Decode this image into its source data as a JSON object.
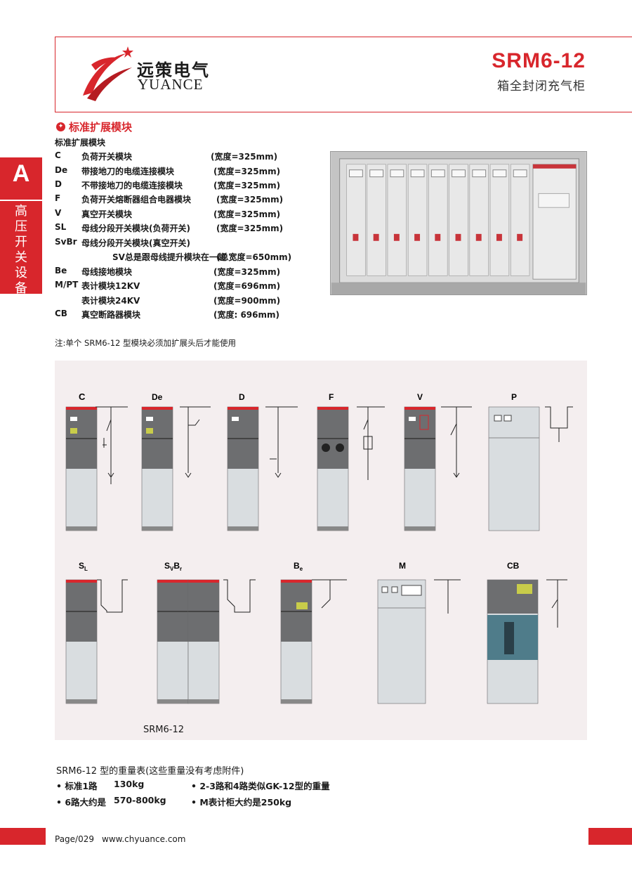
{
  "header": {
    "brand_cn": "远策电气",
    "brand_en": "YUANCE",
    "model": "SRM6-12",
    "subtitle": "箱全封闭充气柜"
  },
  "side_tab": {
    "letter": "A",
    "text": [
      "高",
      "压",
      "开",
      "关",
      "设",
      "备"
    ]
  },
  "section": {
    "heading": "标准扩展模块",
    "list_title": "标准扩展模块",
    "modules": [
      {
        "code": "C",
        "desc": "负荷开关模块",
        "width": "(宽度=325mm)"
      },
      {
        "code": "De",
        "desc": "带接地刀的电缆连接模块",
        "width": "(宽度=325mm)"
      },
      {
        "code": "D",
        "desc": "不带接地刀的电缆连接模块",
        "width": "(宽度=325mm)"
      },
      {
        "code": "F",
        "desc": "负荷开关熔断器组合电器模块",
        "width": "(宽度=325mm)"
      },
      {
        "code": "V",
        "desc": "真空开关模块",
        "width": "(宽度=325mm)"
      },
      {
        "code": "SL",
        "desc": "母线分段开关模块(负荷开关)",
        "width": "(宽度=325mm)"
      },
      {
        "code": "SvBr",
        "desc": "母线分段开关模块(真空开关)",
        "width": ""
      },
      {
        "code": "",
        "desc": "SV总是跟母线提升模块在一起",
        "width": "(总宽度=650mm)"
      },
      {
        "code": "Be",
        "desc": "母线接地模块",
        "width": "(宽度=325mm)"
      },
      {
        "code": "M/PT",
        "desc": "表计模块12KV",
        "width": "(宽度=696mm)"
      },
      {
        "code": "",
        "desc": "表计模块24KV",
        "width": "(宽度=900mm)"
      },
      {
        "code": "CB",
        "desc": "真空断路器模块",
        "width": "(宽度: 696mm)"
      }
    ],
    "footnote": "注:单个 SRM6-12 型模块必须加扩展头后才能使用"
  },
  "diagram": {
    "labels_row1": [
      "C",
      "De",
      "D",
      "F",
      "V",
      "P"
    ],
    "labels_row2": [
      "S",
      "S",
      "B",
      "M",
      "CB"
    ],
    "subscripts": {
      "sl": "L",
      "sv": "V",
      "br": "r",
      "be": "e",
      "sv_b": "B"
    },
    "caption": "SRM6-12"
  },
  "weights": {
    "title": "SRM6-12 型的重量表(这些重量没有考虑附件)",
    "rows": [
      {
        "left_label": "• 标准1路",
        "left_value": "130kg",
        "right": "• 2-3路和4路类似GK-12型的重量"
      },
      {
        "left_label": "• 6路大约是",
        "left_value": "570-800kg",
        "right": "• M表计柜大约是250kg"
      }
    ]
  },
  "footer": {
    "page": "Page/029",
    "website": "www.chyuance.com"
  },
  "colors": {
    "accent": "#d8262c",
    "diagram_bg": "#f4eeef"
  }
}
